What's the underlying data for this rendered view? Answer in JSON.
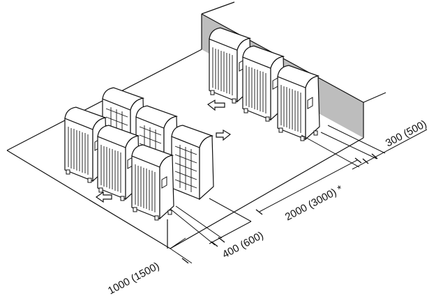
{
  "dimensions": {
    "rear_clearance": "300 (500)",
    "row_spacing": "2000 (3000) *",
    "unit_spacing": "400 (600)",
    "front_clearance": "1000 (1500)"
  },
  "colors": {
    "line": "#111111",
    "wall_fill": "#bdbdbd",
    "unit_fill": "#ffffff",
    "background": "#ffffff"
  },
  "icons": {
    "airflow_arrow": "hollow-arrow-icon"
  }
}
